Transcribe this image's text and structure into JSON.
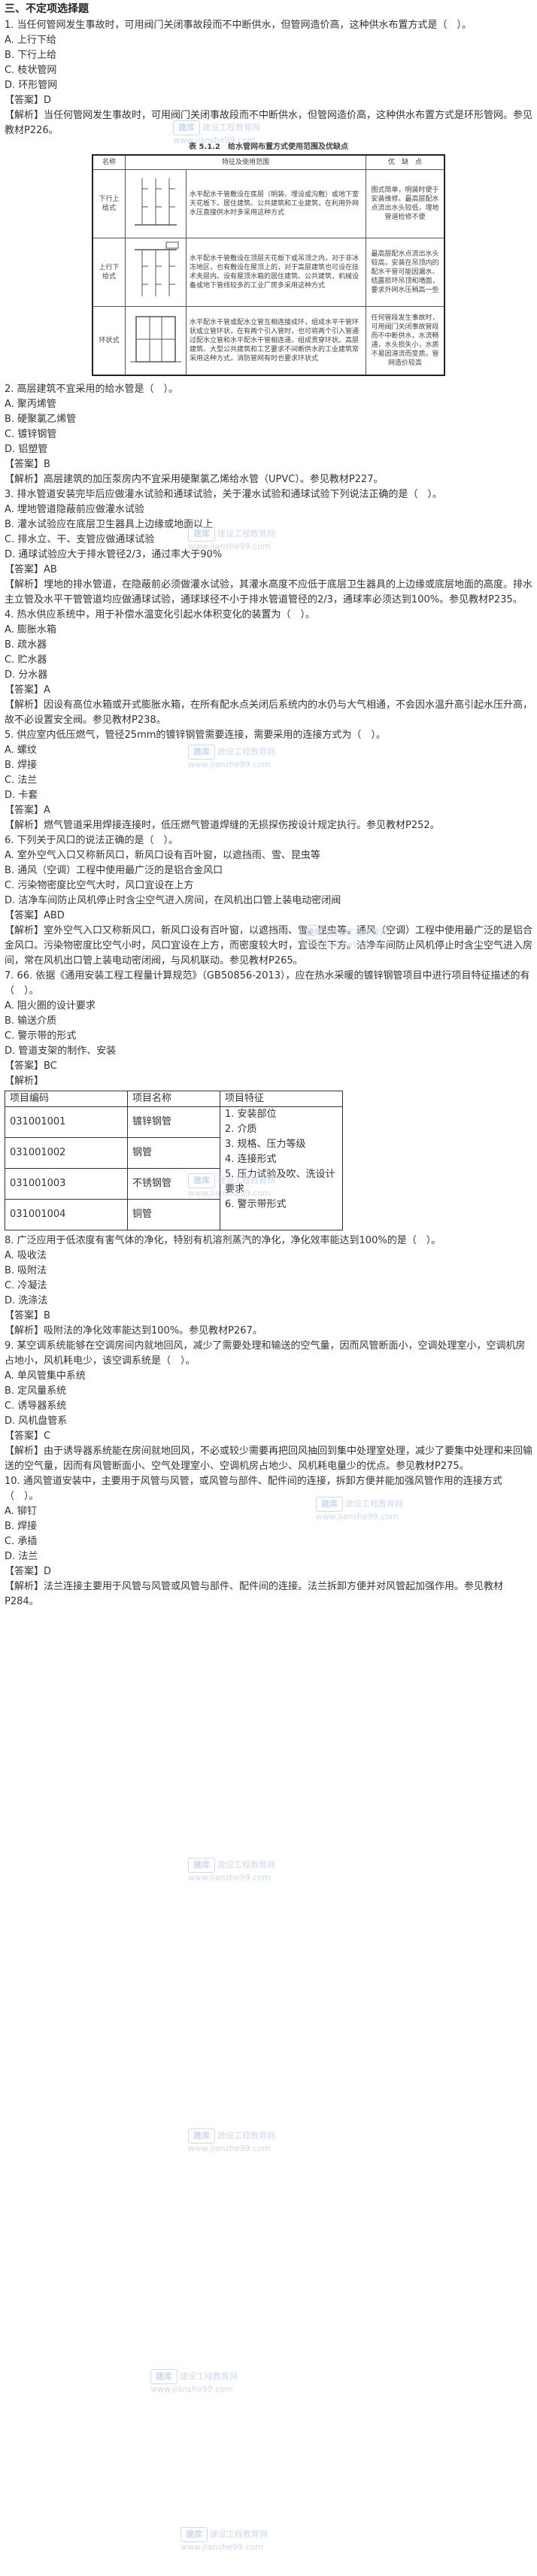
{
  "section_title": "三、不定项选择题",
  "questions": [
    {
      "stem": "1. 当任何管网发生事故时，可用阀门关闭事故段而不中断供水，但管网造价高，这种供水布置方式是（　）。",
      "options": [
        "A. 上行下给",
        "B. 下行上给",
        "C. 枝状管网",
        "D. 环形管网"
      ],
      "answer": "【答案】D",
      "explanation": "【解析】当任何管网发生事故时，可用阀门关闭事故段而不中断供水，但管网造价高，这种供水布置方式是环形管网。参见教材P226。"
    },
    {
      "stem": "2. 高层建筑不宜采用的给水管是（　）。",
      "options": [
        "A. 聚丙烯管",
        "B. 硬聚氯乙烯管",
        "C. 镀锌钢管",
        "D. 铝塑管"
      ],
      "answer": "【答案】B",
      "explanation": "【解析】高层建筑的加压泵房内不宜采用硬聚氯乙烯给水管（UPVC）。参见教材P227。"
    },
    {
      "stem": "3. 排水管道安装完毕后应做灌水试验和通球试验，关于灌水试验和通球试验下列说法正确的是（　）。",
      "options": [
        "A. 埋地管道隐蔽前应做灌水试验",
        "B. 灌水试验应在底层卫生器具上边缘或地面以上",
        "C. 排水立、干、支管应做通球试验",
        "D. 通球试验应大于排水管径2/3，通过率大于90%"
      ],
      "answer": "【答案】AB",
      "explanation": "【解析】埋地的排水管道，在隐蔽前必须做灌水试验，其灌水高度不应低于底层卫生器具的上边缘或底层地面的高度。排水主立管及水平干管管道均应做通球试验，通球球径不小于排水管道管径的2/3，通球率必须达到100%。参见教材P235。"
    },
    {
      "stem": "4. 热水供应系统中，用于补偿水温变化引起水体积变化的装置为（　）。",
      "options": [
        "A. 膨胀水箱",
        "B. 疏水器",
        "C. 贮水器",
        "D. 分水器"
      ],
      "answer": "【答案】A",
      "explanation": "【解析】因设有高位水箱或开式膨胀水箱，在所有配水点关闭后系统内的水仍与大气相通，不会因水温升高引起水压升高，故不必设置安全阀。参见教材P238。"
    },
    {
      "stem": "5. 供应室内低压燃气，管径25mm的镀锌钢管需要连接，需要采用的连接方式为（　）。",
      "options": [
        "A. 螺纹",
        "B. 焊接",
        "C. 法兰",
        "D. 卡套"
      ],
      "answer": "【答案】A",
      "explanation": "【解析】燃气管道采用焊接连接时，低压燃气管道焊缝的无损探伤按设计规定执行。参见教材P252。"
    },
    {
      "stem": "6. 下列关于风口的说法正确的是（　）。",
      "options": [
        "A. 室外空气入口又称新风口，新风口设有百叶窗，以遮挡雨、雪、昆虫等",
        "B. 通风（空调）工程中使用最广泛的是铝合金风口",
        "C. 污染物密度比空气大时，风口宜设在上方",
        "D. 洁净车间防止风机停止时含尘空气进入房间，在风机出口管上装电动密闭阀"
      ],
      "answer": "【答案】ABD",
      "explanation": "【解析】室外空气入口又称新风口，新风口设有百叶窗，以遮挡雨、雪、昆虫等。通风（空调）工程中使用最广泛的是铝合金风口。污染物密度比空气小时，风口宜设在上方，而密度较大时，宜设在下方。洁净车间防止风机停止时含尘空气进入房间，常在风机出口管上装电动密闭阀，与风机联动。参见教材P265。"
    },
    {
      "stem": "7. 66. 依据《通用安装工程工程量计算规范》（GB50856-2013），应在热水采暖的镀锌钢管项目中进行项目特征描述的有（　）。",
      "options": [
        "A. 阻火圈的设计要求",
        "B. 输送介质",
        "C. 警示带的形式",
        "D. 管道支架的制作、安装"
      ],
      "answer": "【答案】BC",
      "explanation_label": "【解析】",
      "table": {
        "headers": [
          "项目编码",
          "项目名称",
          "项目特征"
        ],
        "rows": [
          {
            "code": "031001001",
            "name": "镀锌钢管"
          },
          {
            "code": "031001002",
            "name": "钢管"
          },
          {
            "code": "031001003",
            "name": "不锈钢管"
          },
          {
            "code": "031001004",
            "name": "铜管"
          }
        ],
        "features": [
          "1. 安装部位",
          "2. 介质",
          "3. 规格、压力等级",
          "4. 连接形式",
          "5. 压力试验及吹、洗设计要求",
          "6. 警示带形式"
        ]
      }
    },
    {
      "stem": "8. 广泛应用于低浓度有害气体的净化，特别有机溶剂蒸汽的净化，净化效率能达到100%的是（　）。",
      "options": [
        "A. 吸收法",
        "B. 吸附法",
        "C. 冷凝法",
        "D. 洗涤法"
      ],
      "answer": "【答案】B",
      "explanation": "【解析】吸附法的净化效率能达到100%。参见教材P267。"
    },
    {
      "stem": "9. 某空调系统能够在空调房间内就地回风，减少了需要处理和输送的空气量，因而风管断面小，空调处理室小，空调机房占地小，风机耗电少，该空调系统是（　）。",
      "options": [
        "A. 单风管集中系统",
        "B. 定风量系统",
        "C. 诱导器系统",
        "D. 风机盘管系"
      ],
      "answer": "【答案】C",
      "explanation": "【解析】由于诱导器系统能在房间就地回风，不必或较少需要再把回风抽回到集中处理室处理，减少了要集中处理和来回输送的空气量，因而有风管断面小、空气处理室小、空调机房占地少、风机耗电量少的优点。参见教材P275。"
    },
    {
      "stem": "10. 通风管道安装中，主要用于风管与风管，或风管与部件、配件间的连接，拆卸方便并能加强风管作用的连接方式（　）。",
      "options": [
        "A. 铆钉",
        "B. 焊接",
        "C. 承插",
        "D. 法兰"
      ],
      "answer": "【答案】D",
      "explanation": "【解析】法兰连接主要用于风管与风管或风管与部件、配件间的连接。法兰拆卸方便并对风管起加强作用。参见教材P284。"
    }
  ],
  "figure_table": {
    "caption": "表 5.1.2　给水管网布置方式使用范围及优缺点",
    "headers": [
      "名称",
      "特征及使用范围",
      "优　缺　点"
    ],
    "rows": [
      {
        "name": "下行上给式",
        "feature": "水平配水干管敷设在底层（明装、埋设或沟敷）或地下室天花板下。居住建筑、公共建筑和工业建筑，在利用外网水压直接供水时多采用这种方式",
        "pros": "图式简单，明装时便于安装维修。最高层配水点流出水头较低，埋地管道检修不便"
      },
      {
        "name": "上行下给式",
        "feature": "水平配水干管敷设在顶层天花板下或吊顶之内，对于非冰冻地区，也有敷设在屋顶上的，对于高层建筑也可设在技术夹层内。设有屋顶水箱的居住建筑、公共建筑，机械设备或地下管线较多的工业厂房多采用这种方式",
        "pros": "最高层配水点流出水头较高，安装在吊顶内的配水干管可能因漏水、结露损坏吊顶和墙面，要求外网水压稍高一些"
      },
      {
        "name": "环状式",
        "feature": "水平配水干管或配水立管互相连接成环，组成水平干管环状或立管环状，在有两个引入管时，也可将两个引入管通过配水立管和水平配水干管相连通，组成贯穿环状。高层建筑、大型公共建筑和工艺要求不间断供水的工业建筑常采用这种方式，消防管网有时也要求环状式",
        "pros": "任何管段发生事故时，可用阀门关闭事故管段而不中断供水，水流畅通，水头损失小，水质不易因滞流而变质。管网造价较高"
      }
    ]
  },
  "watermarks": {
    "logo": "建库",
    "line1": "建设工程教育网",
    "line2": "www.jianshe99.com"
  }
}
